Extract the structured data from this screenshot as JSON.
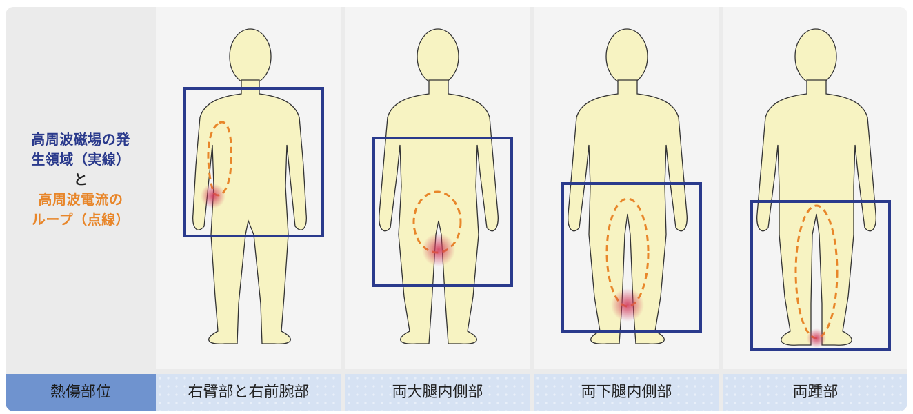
{
  "legend": {
    "line1": "高周波磁場の発",
    "line2": "生領域（実線）",
    "line3": "と",
    "line4": "高周波電流の",
    "line5": "ループ（点線）"
  },
  "footer": {
    "header": "熱傷部位",
    "sites": [
      "右臂部と右前腕部",
      "両大腿内側部",
      "両下腿内側部",
      "両踵部"
    ]
  },
  "colors": {
    "field_box": "#2a3a8c",
    "current_loop": "#e8862a",
    "body_fill": "#f7f3c2",
    "burn_spot": "#d23a5a"
  }
}
